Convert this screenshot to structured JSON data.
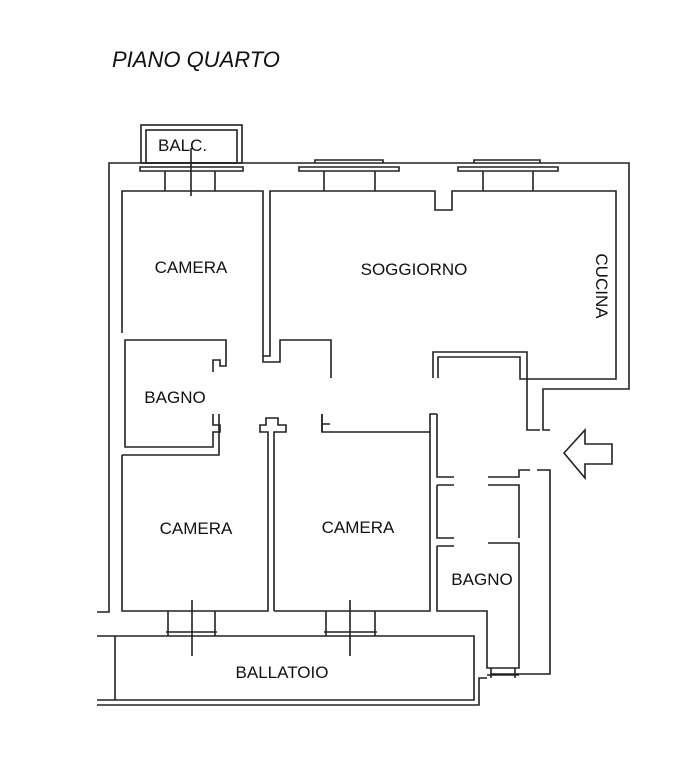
{
  "title": "PIANO QUARTO",
  "rooms": {
    "balcony": "BALC.",
    "camera_top": "CAMERA",
    "soggiorno": "SOGGIORNO",
    "cucina": "CUCINA",
    "bagno_left": "BAGNO",
    "camera_bottom_left": "CAMERA",
    "camera_bottom_mid": "CAMERA",
    "bagno_right": "BAGNO",
    "ballatoio": "BALLATOIO"
  },
  "icons": {
    "entrance": "entrance-arrow-icon"
  }
}
